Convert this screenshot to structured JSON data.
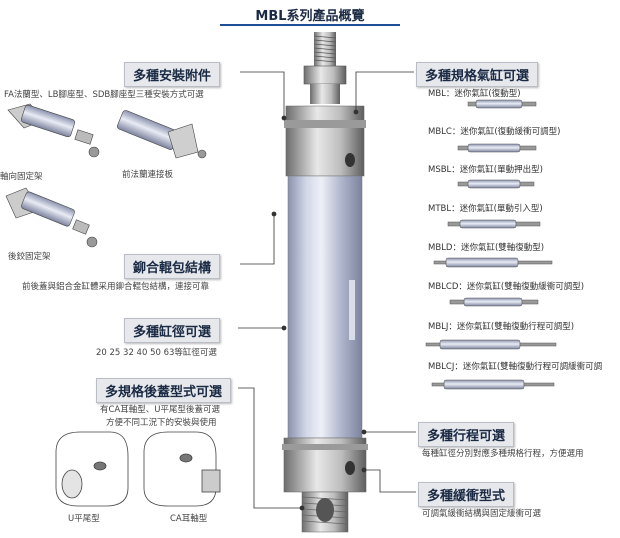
{
  "header": {
    "title": "MBL系列產品概覽"
  },
  "left": {
    "mount": {
      "label": "多種安裝附件",
      "desc": "FA法蘭型、LB腳座型、SDB腳座型三種安裝方式可選",
      "captions": [
        "軸向固定架",
        "前法蘭連接板",
        "後鉸固定架"
      ]
    },
    "alloy": {
      "label": "鉚合輥包結構",
      "desc": "前後蓋與鋁合金缸體采用鉚合輥包結構，連接可靠"
    },
    "bore": {
      "label": "多種缸徑可選",
      "desc": "20  25  32  40  50  63等缸徑可選"
    },
    "rear": {
      "label": "多規格後蓋型式可選",
      "desc1": "有CA耳軸型、U平尾型後蓋可選",
      "desc2": "方便不同工況下的安裝與使用",
      "captions": [
        "U平尾型",
        "CA耳軸型"
      ]
    }
  },
  "right": {
    "spec": {
      "label": "多種規格氣缸可選",
      "models": [
        "MBL：迷你氣缸(復動型)",
        "MBLC：迷你氣缸(復動緩衝可調型)",
        "MSBL：迷你氣缸(單動押出型)",
        "MTBL：迷你氣缸(單動引入型)",
        "MBLD：迷你氣缸(雙軸復動型)",
        "MBLCD：迷你氣缸(雙軸復動緩衝可調型)",
        "MBLJ：迷你氣缸(雙軸復動行程可調型)",
        "MBLCJ：迷你氣缸(雙軸復動行程可調緩衝可調"
      ]
    },
    "stroke": {
      "label": "多種行程可選",
      "desc": "每種缸徑分別對應多種規格行程，方便選用"
    },
    "cushion": {
      "label": "多種緩衝型式",
      "desc": "可調氣緩衝結構與固定緩衝可選"
    }
  },
  "colors": {
    "accent": "#1f4e96",
    "box_bg": "#e6e8ec",
    "cylinder": "#b9bfd4"
  }
}
